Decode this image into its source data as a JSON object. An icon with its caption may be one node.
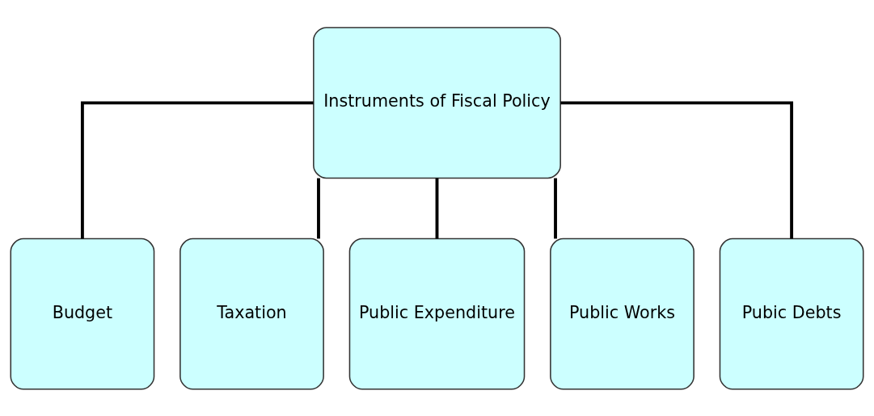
{
  "diagram": {
    "nodes": [
      {
        "text": [
          "Instruments of Fiscal Policy"
        ]
      },
      {
        "text": [
          "Budget"
        ]
      },
      {
        "text": [
          "Taxation"
        ]
      },
      {
        "text": [
          "Public Expenditure"
        ]
      },
      {
        "text": [
          "Public Works"
        ]
      },
      {
        "text": [
          "Pubic Debts"
        ]
      }
    ],
    "edges": [
      {
        "from": 0,
        "to": 1,
        "arrow": "none"
      },
      {
        "from": 0,
        "to": 2,
        "arrow": "none"
      },
      {
        "from": 0,
        "to": 3,
        "arrow": "none"
      },
      {
        "from": 0,
        "to": 4,
        "arrow": "none"
      },
      {
        "from": 0,
        "to": 5,
        "arrow": "none"
      }
    ]
  }
}
